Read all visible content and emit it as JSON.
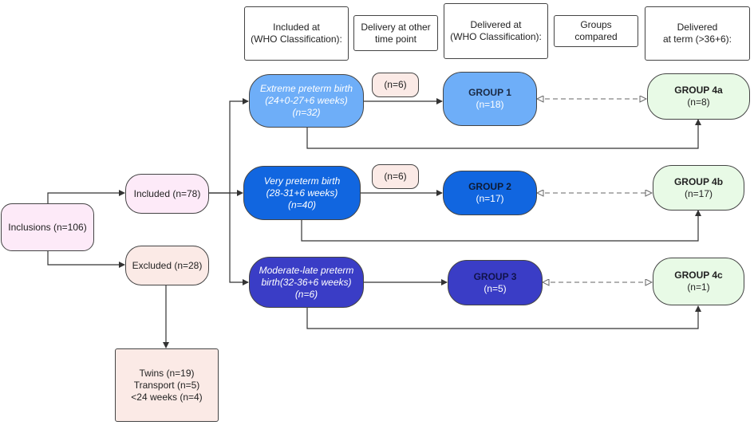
{
  "headers": {
    "included_at": [
      "Included at",
      "(WHO Classification):"
    ],
    "delivery_other": [
      "Delivery at other",
      "time point"
    ],
    "delivered_at": [
      "Delivered at",
      "(WHO Classification):"
    ],
    "groups_compared": [
      "Groups",
      "compared"
    ],
    "delivered_term": [
      "Delivered",
      "at term (>36+6):"
    ]
  },
  "inclusions": "Inclusions (n=106)",
  "included": "Included (n=78)",
  "excluded": "Excluded (n=28)",
  "excluded_reasons": [
    "Twins (n=19)",
    "Transport (n=5)",
    "<24 weeks (n=4)"
  ],
  "categories": {
    "extreme": [
      "Extreme preterm birth",
      "(24+0-27+6 weeks)",
      "(n=32)"
    ],
    "very": [
      "Very preterm birth",
      "(28-31+6 weeks)",
      "(n=40)"
    ],
    "moderate": [
      "Moderate-late preterm",
      "birth(32-36+6 weeks)",
      "(n=6)"
    ]
  },
  "other_timepoint": {
    "extreme": "(n=6)",
    "very": "(n=6)"
  },
  "groups": {
    "g1": {
      "title": "GROUP 1",
      "n": "(n=18)"
    },
    "g2": {
      "title": "GROUP 2",
      "n": "(n=17)"
    },
    "g3": {
      "title": "GROUP 3",
      "n": "(n=5)"
    },
    "g4a": {
      "title": "GROUP 4a",
      "n": "(n=8)"
    },
    "g4b": {
      "title": "GROUP 4b",
      "n": "(n=17)"
    },
    "g4c": {
      "title": "GROUP 4c",
      "n": "(n=1)"
    }
  },
  "colors": {
    "inclusions_fill": "#fdeaf8",
    "included_fill": "#fdeaf8",
    "excluded_fill": "#fbeae6",
    "extreme_fill": "#6eaef8",
    "very_fill": "#1166e0",
    "moderate_fill": "#3a3dc6",
    "group1_fill": "#6eaef8",
    "group2_fill": "#1166e0",
    "group3_fill": "#3a3dc6",
    "group4_fill": "#e8fae6",
    "small_pill_fill": "#fbeae6"
  }
}
